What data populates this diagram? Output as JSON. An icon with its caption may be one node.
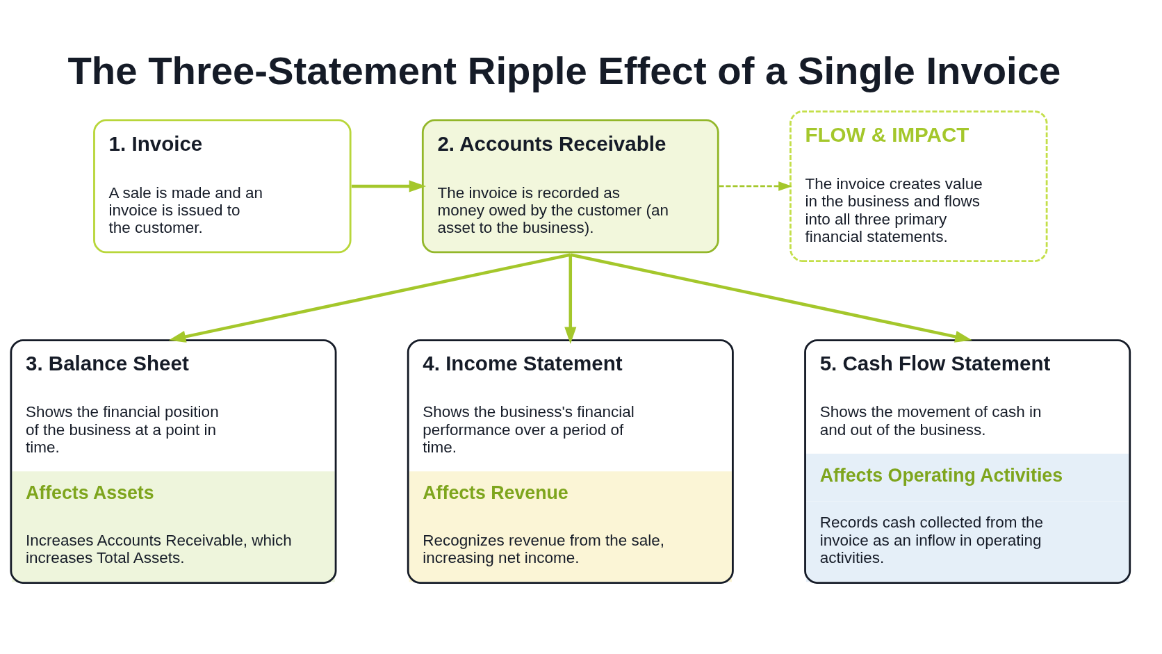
{
  "diagram": {
    "title": "The Three-Statement Ripple Effect of a Single Invoice",
    "nodes": [
      {
        "text": [
          "1. Invoice",
          "A sale is made and an invoice is issued to the customer."
        ]
      },
      {
        "text": [
          "2. Accounts Receivable",
          "The invoice is recorded as money owed by the customer (an asset to the business)."
        ]
      },
      {
        "text": [
          "FLOW & IMPACT",
          "The invoice creates value in the business and flows into all three primary financial statements."
        ]
      },
      {
        "text": [
          "3. Balance Sheet",
          "Shows the financial position of the business at a point in time.",
          "Affects Assets",
          "Increases Accounts Receivable, which increases Total Assets."
        ]
      },
      {
        "text": [
          "4. Income Statement",
          "Shows the business's financial performance over a period of time.",
          "Affects Revenue",
          "Recognizes revenue from the sale, increasing net income."
        ]
      },
      {
        "text": [
          "5. Cash Flow Statement",
          "Shows the movement of cash in and out of the business.",
          "Affects Operating Activities",
          "Records cash collected from the invoice as an inflow in operating activities."
        ]
      }
    ],
    "edges": [
      {
        "from": 0,
        "to": 1,
        "arrow": "to"
      },
      {
        "from": 1,
        "to": 2,
        "arrow": "to",
        "style": "dashed"
      },
      {
        "from": 1,
        "to": 3,
        "arrow": "to"
      },
      {
        "from": 1,
        "to": 4,
        "arrow": "to"
      },
      {
        "from": 1,
        "to": 5,
        "arrow": "to"
      }
    ]
  }
}
